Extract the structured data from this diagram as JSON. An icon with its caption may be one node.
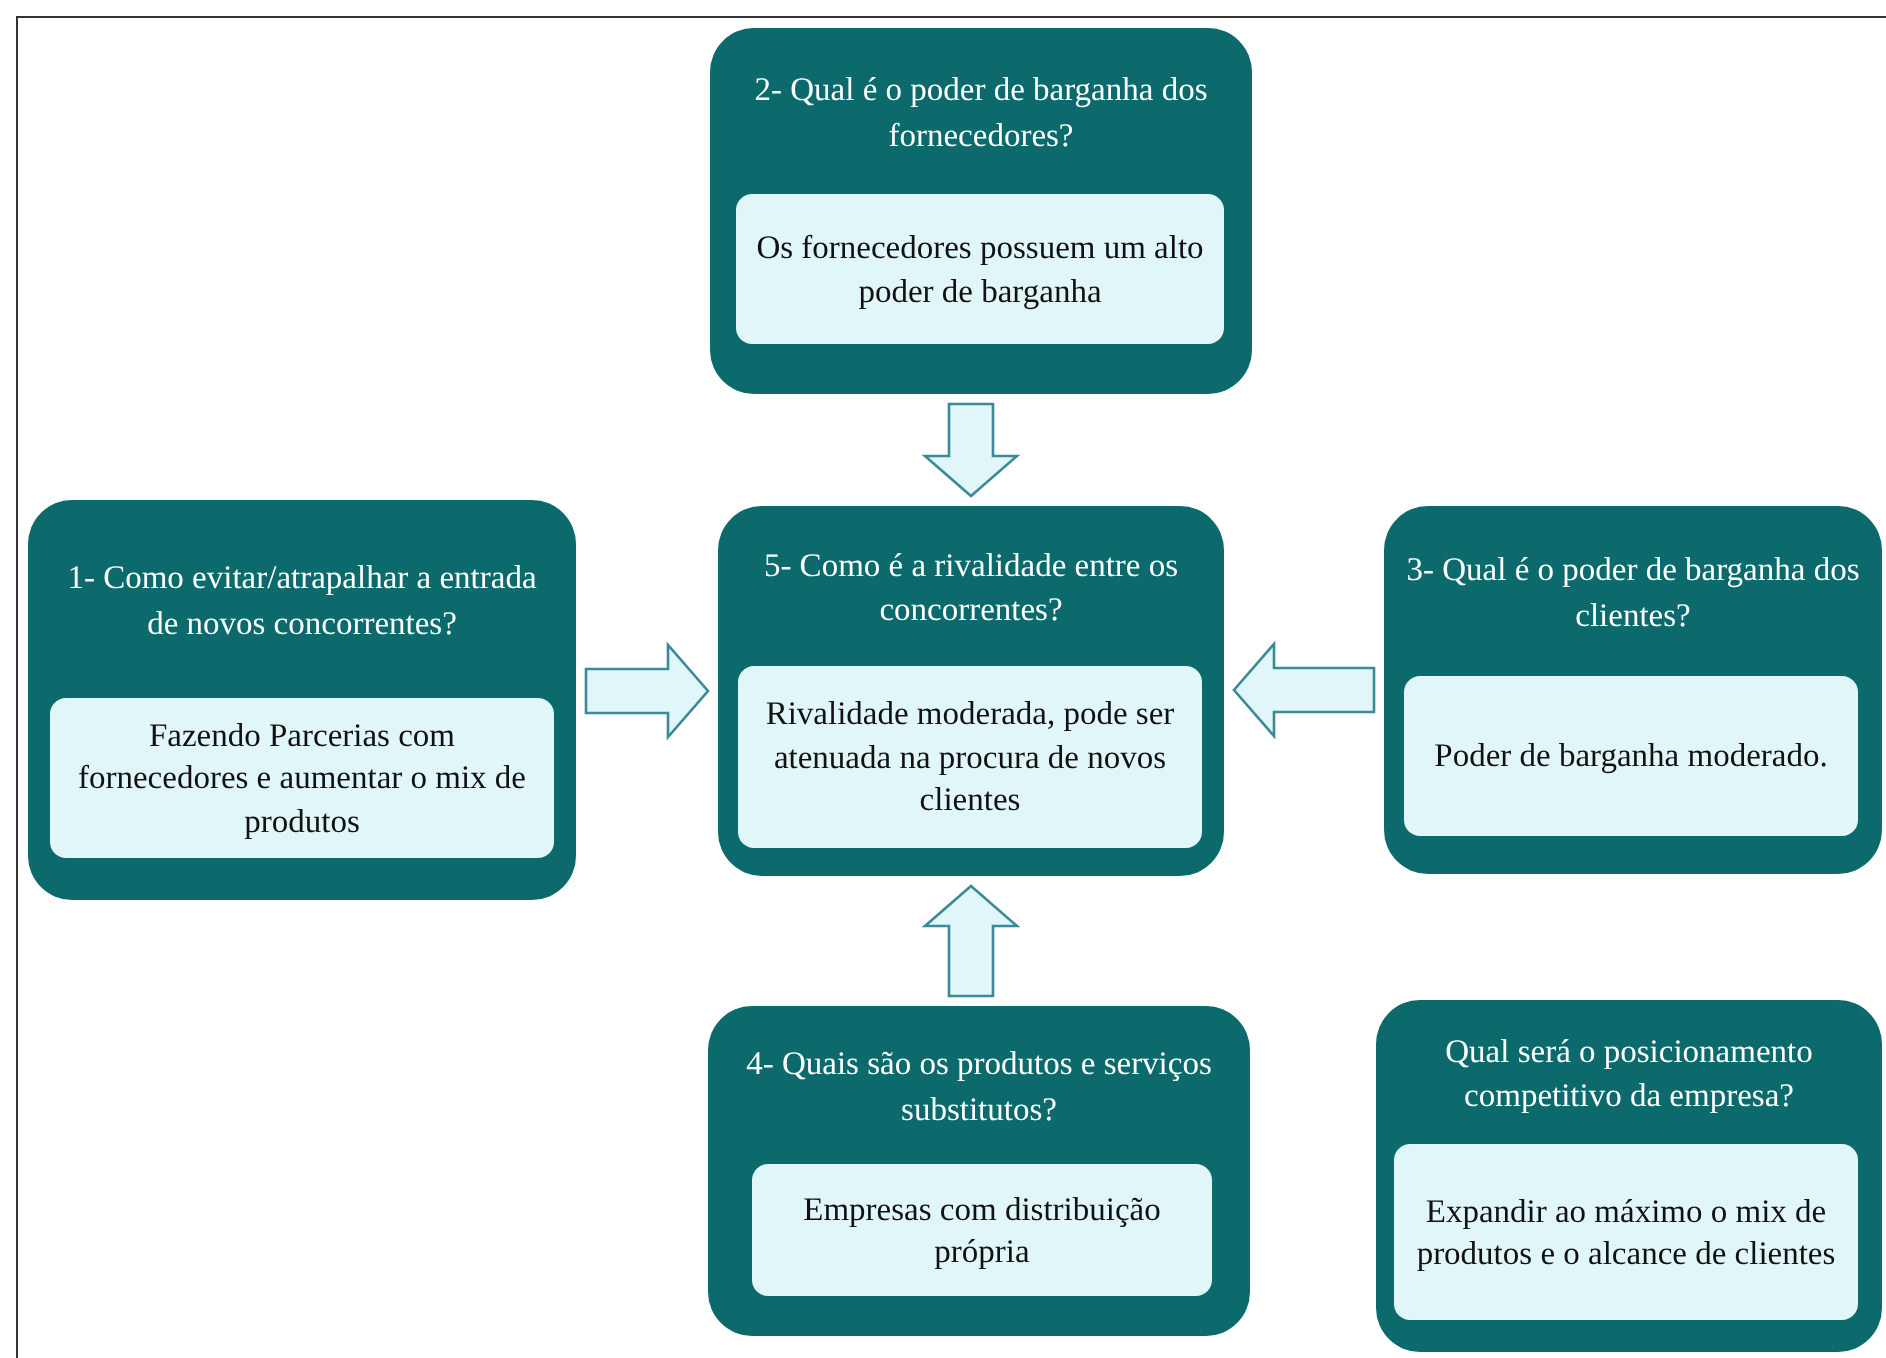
{
  "diagram": {
    "nodes": [
      {
        "text": [
          "2- Qual é o poder de barganha dos fornecedores?"
        ]
      },
      {
        "text": [
          "Os fornecedores possuem um alto poder de barganha"
        ],
        "in": 0
      },
      {
        "text": [
          "1- Como evitar/atrapalhar a entrada de novos concorrentes?"
        ]
      },
      {
        "text": [
          "Fazendo Parcerias com fornecedores e aumentar o mix de produtos"
        ],
        "in": 2
      },
      {
        "text": [
          "5- Como é a rivalidade entre os concorrentes?"
        ]
      },
      {
        "text": [
          "Rivalidade moderada, pode ser atenuada na procura de novos clientes"
        ],
        "in": 4
      },
      {
        "text": [
          "3- Qual é o poder de barganha dos clientes?"
        ]
      },
      {
        "text": [
          "Poder de barganha moderado."
        ],
        "in": 6
      },
      {
        "text": [
          "4- Quais são os produtos e serviços substitutos?"
        ]
      },
      {
        "text": [
          "Empresas com distribuição própria"
        ],
        "in": 8
      },
      {
        "text": [
          "Qual será o posicionamento competitivo da empresa?"
        ]
      },
      {
        "text": [
          "Expandir ao máximo o mix de produtos e o alcance de clientes"
        ],
        "in": 10
      }
    ],
    "edges": [
      {
        "from": 0,
        "to": 4,
        "arrow": "to"
      },
      {
        "from": 2,
        "to": 4,
        "arrow": "to"
      },
      {
        "from": 6,
        "to": 4,
        "arrow": "to"
      },
      {
        "from": 8,
        "to": 4,
        "arrow": "to"
      }
    ]
  }
}
